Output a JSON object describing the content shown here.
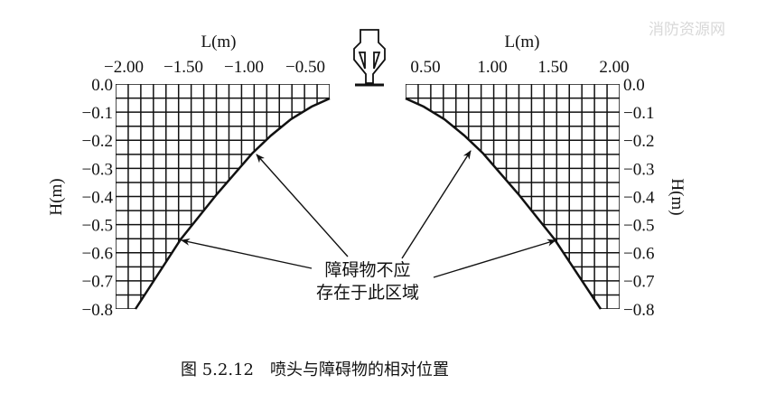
{
  "watermark": "消防资源网",
  "figure": {
    "left_panel": {
      "x_axis_label": "L(m)",
      "x_ticks": [
        "−2.00",
        "−1.50",
        "−1.00",
        "−0.50"
      ],
      "y_axis_label": "H(m)",
      "y_ticks": [
        "0.0",
        "−0.1",
        "−0.2",
        "−0.3",
        "−0.4",
        "−0.5",
        "−0.6",
        "−0.7",
        "−0.8"
      ]
    },
    "right_panel": {
      "x_axis_label": "L(m)",
      "x_ticks": [
        "0.50",
        "1.00",
        "1.50",
        "2.00"
      ],
      "y_axis_label": "H(m)",
      "y_ticks": [
        "0.0",
        "−0.1",
        "−0.2",
        "−0.3",
        "−0.4",
        "−0.5",
        "−0.6",
        "−0.7",
        "−0.8"
      ]
    },
    "annotation_line1": "障碍物不应",
    "annotation_line2": "存在于此区域",
    "caption": "图 5.2.12　喷头与障碍物的相对位置"
  }
}
